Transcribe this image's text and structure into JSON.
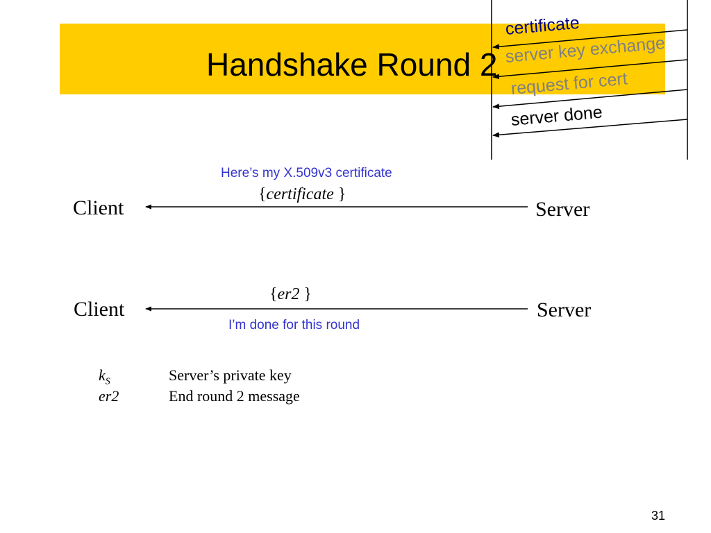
{
  "title": "Handshake Round 2",
  "mini_diagram": {
    "messages": [
      {
        "label": "certificate",
        "color": "#000080"
      },
      {
        "label": "server key exchange",
        "color": "#808080"
      },
      {
        "label": "request for cert",
        "color": "#808080"
      },
      {
        "label": "server done",
        "color": "#000000"
      }
    ]
  },
  "exchange1": {
    "caption": "Here’s my X.509v3 certificate",
    "open_brace": "{",
    "message": "certificate",
    "close_brace": " }",
    "client": "Client",
    "server": "Server"
  },
  "exchange2": {
    "open_brace": "{",
    "message": "er2",
    "close_brace": " }",
    "caption": "I’m done for this round",
    "client": "Client",
    "server": "Server"
  },
  "legend": [
    {
      "symbol": "k",
      "subscript": "S",
      "meaning": "Server’s private key"
    },
    {
      "symbol": "er2",
      "subscript": "",
      "meaning": "End round 2 message"
    }
  ],
  "page_number": "31"
}
